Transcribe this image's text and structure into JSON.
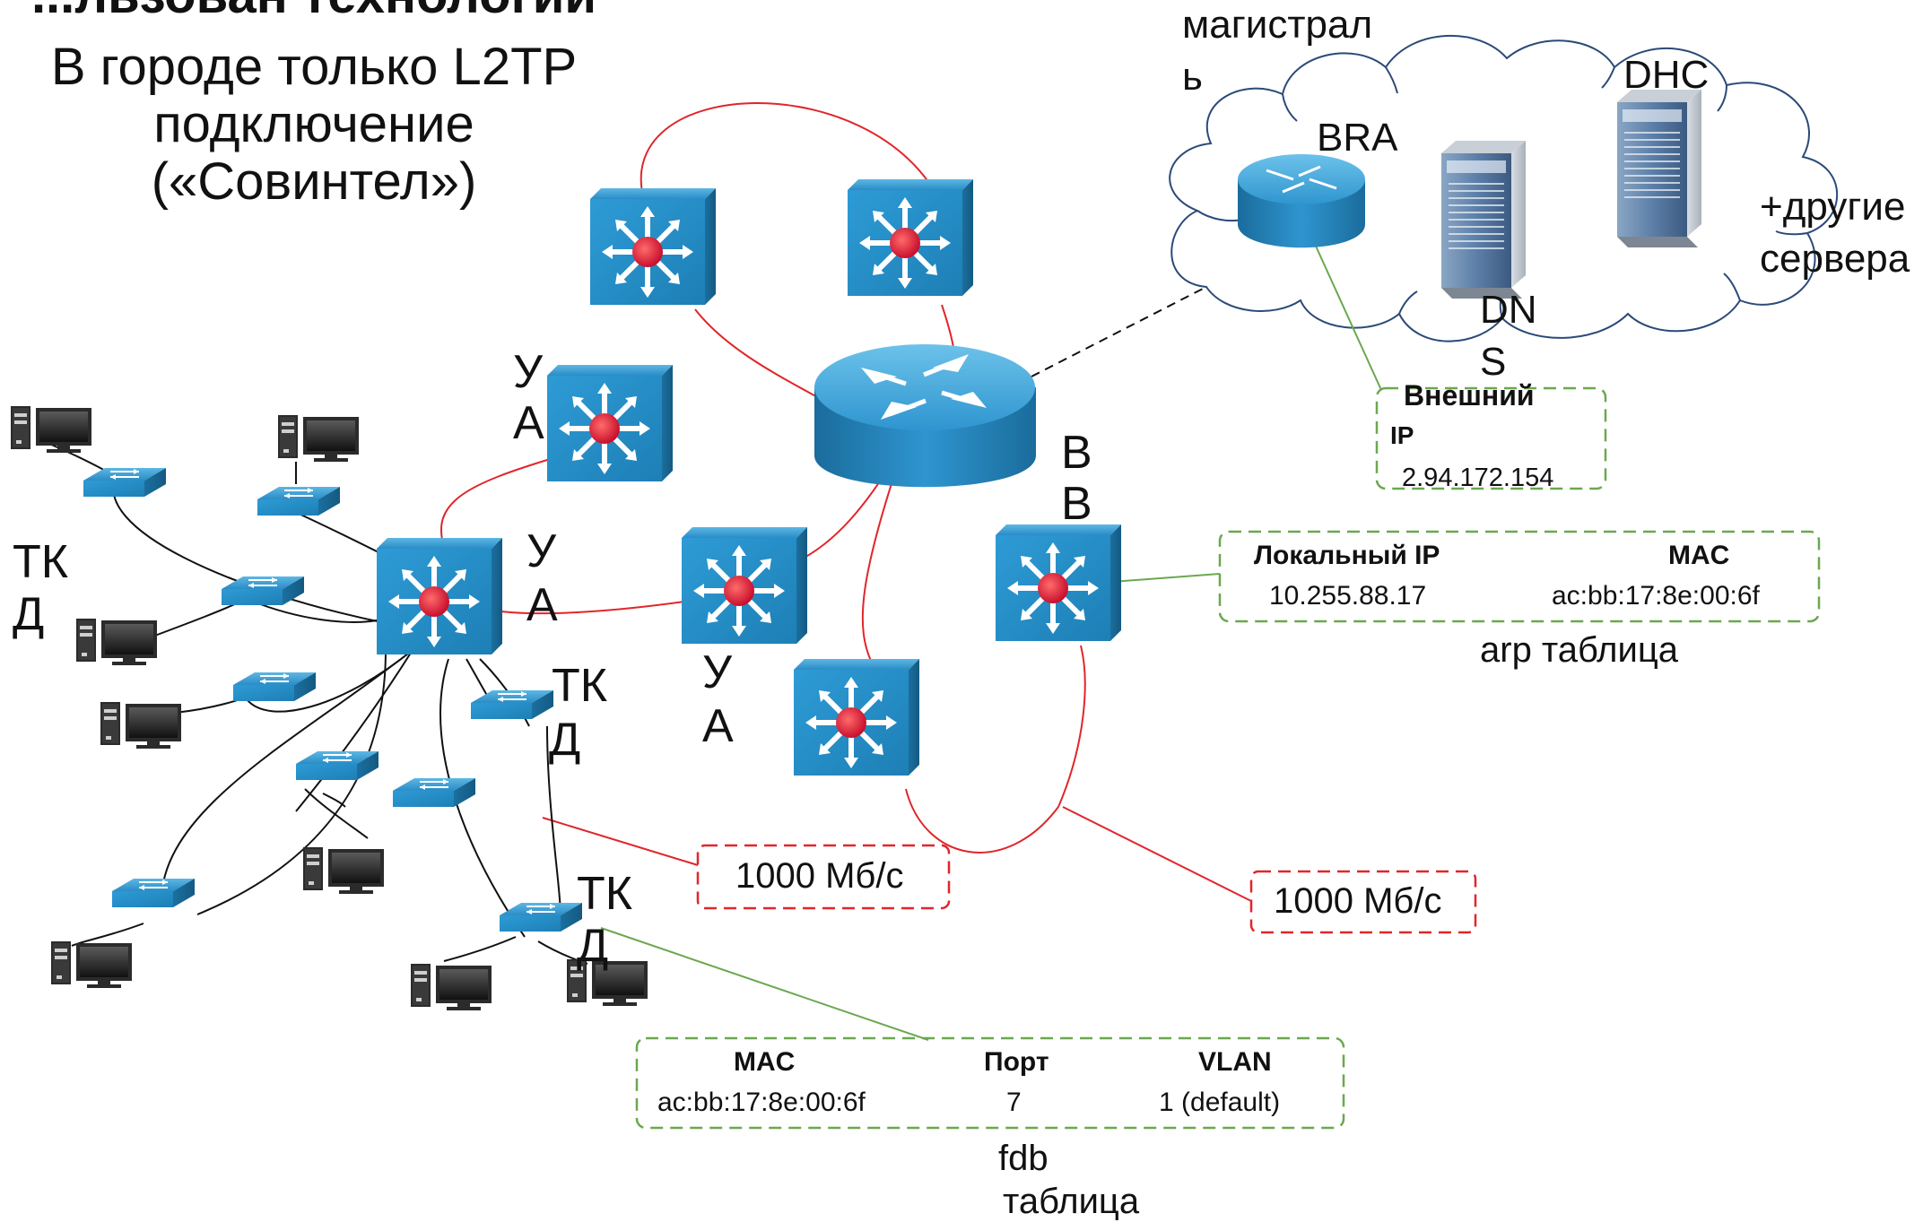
{
  "title": {
    "line0": "...льзован технологии",
    "line1": "В городе только L2TP",
    "line2": "подключение",
    "line3": "(«Совинтел»)"
  },
  "labels": {
    "ua1_a": "У",
    "ua1_b": "А",
    "ua2_a": "У",
    "ua2_b": "А",
    "ua3_a": "У",
    "ua3_b": "А",
    "bb_a": "В",
    "bb_b": "В",
    "tkd1_a": "ТК",
    "tkd1_b": "Д",
    "tkd2_a": "ТК",
    "tkd2_b": "Д",
    "tkd3_a": "ТК",
    "tkd3_b": "Д"
  },
  "cloud": {
    "magistral_a": "магистрал",
    "magistral_b": "ь",
    "bras": "BRA",
    "dhcp": "DHC",
    "dns_a": "DN",
    "dns_b": "S",
    "other_a": "+другие",
    "other_b": "сервера"
  },
  "external_ip": {
    "header_a": "Внешний",
    "header_b": "IP",
    "value": "2.94.172.154"
  },
  "arp": {
    "col1": "Локальный IP",
    "col2": "MAC",
    "ip": "10.255.88.17",
    "mac": "ac:bb:17:8e:00:6f",
    "caption": "arp таблица"
  },
  "fdb": {
    "col1": "MAC",
    "col2": "Порт",
    "col3": "VLAN",
    "mac": "ac:bb:17:8e:00:6f",
    "port": "7",
    "vlan": "1 (default)",
    "caption_a": "fdb",
    "caption_b": "таблица"
  },
  "speeds": {
    "left": "1000 Мб/с",
    "right": "1000 Мб/с"
  },
  "colors": {
    "ring": "#e0262b",
    "access": "#1a1a1a",
    "link_green": "#6aa84f",
    "device_blue": "#1d7fb5",
    "box_green": "#6aa84f",
    "box_red": "#e0262b"
  },
  "icons": {
    "core_router": "router-icon",
    "aggregation": "multilayer-switch-icon",
    "access": "workgroup-switch-icon",
    "clients": "workstation-icon",
    "servers": "server-icon",
    "cloud": "cloud-icon"
  }
}
